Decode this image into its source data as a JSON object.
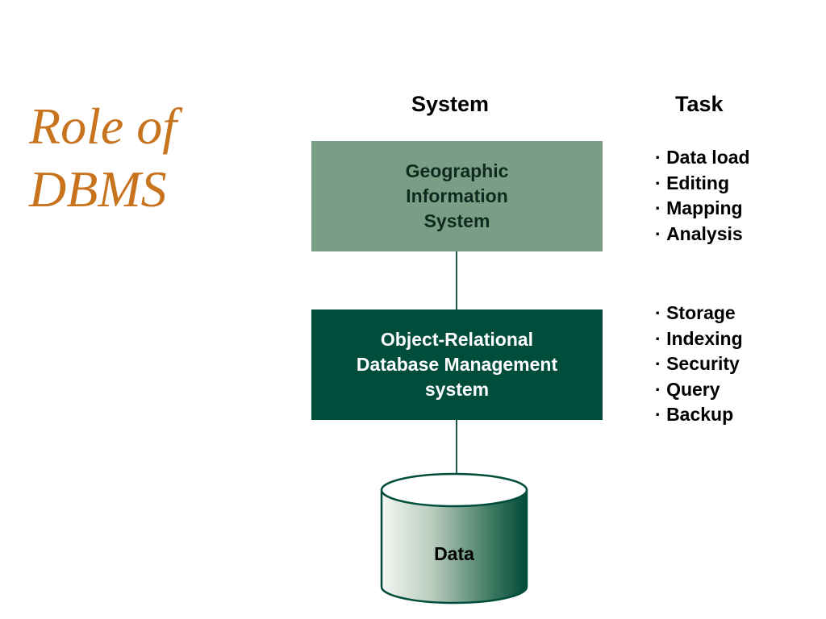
{
  "slide": {
    "title_lines": [
      "Role of",
      "DBMS"
    ]
  },
  "headers": {
    "system": "System",
    "task": "Task"
  },
  "boxes": {
    "gis": {
      "lines": [
        "Geographic",
        "Information",
        "System"
      ],
      "color": "#7a9e85"
    },
    "ordbms": {
      "lines": [
        "Object-Relational",
        "Database Management",
        "system"
      ],
      "color": "#004d3c"
    }
  },
  "tasks": {
    "gis": [
      "Data load",
      "Editing",
      "Mapping",
      "Analysis"
    ],
    "ordbms": [
      "Storage",
      "Indexing",
      "Security",
      "Query",
      "Backup"
    ]
  },
  "data_store": {
    "label": "Data"
  },
  "colors": {
    "title": "#c8741e",
    "connector": "#1f5a48"
  }
}
